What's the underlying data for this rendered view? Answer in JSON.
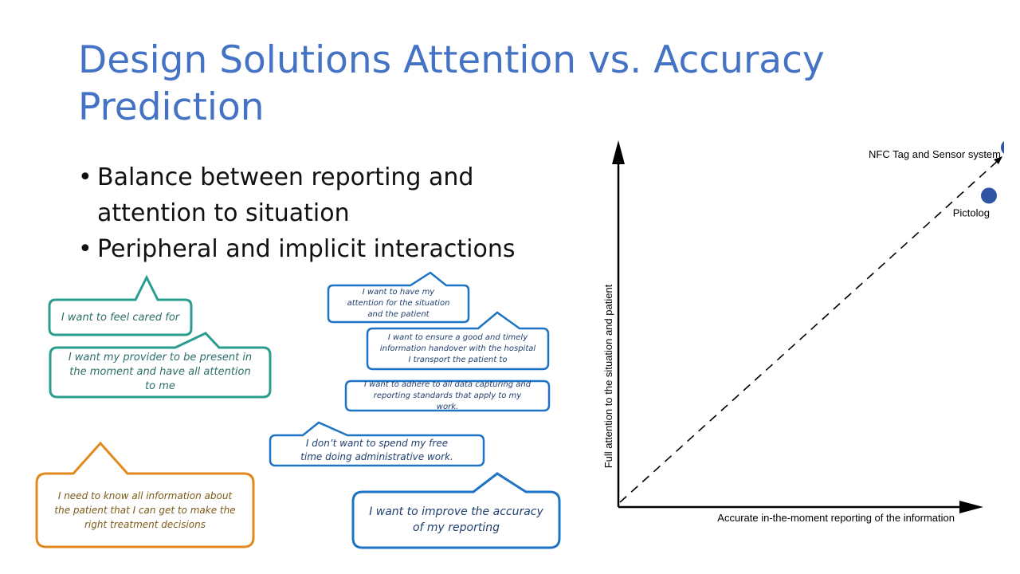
{
  "slide": {
    "title": "Design Solutions Attention vs. Accuracy Prediction",
    "bullets": [
      "Balance between reporting and attention to situation",
      "Peripheral and implicit interactions"
    ]
  },
  "bubbles": {
    "left": [
      {
        "text": "I want to feel cared for",
        "color": "#2a9d8f"
      },
      {
        "text": "I want my provider to be present in the moment and have all attention to me",
        "color": "#2a9d8f"
      },
      {
        "text": "I need to know all information about the patient that I can get to make the right treatment decisions",
        "color": "#e08a1e"
      }
    ],
    "right": [
      {
        "text": "I want to have my attention for the situation and the patient",
        "color": "#1f73c4"
      },
      {
        "text": "I want to ensure a good and timely information handover with the hospital I transport the patient to",
        "color": "#1f73c4"
      },
      {
        "text": "I want to adhere to all data capturing and reporting standards that apply to my work.",
        "color": "#1f73c4"
      },
      {
        "text": "I don’t want to spend my free time doing administrative work.",
        "color": "#1f73c4"
      },
      {
        "text": "I want to improve the accuracy of my reporting",
        "color": "#1f73c4"
      }
    ]
  },
  "chart_data": {
    "type": "scatter",
    "title": "",
    "xlabel": "Accurate in-the-moment reporting of the information",
    "ylabel": "Full attention to the situation and patient",
    "grid": false,
    "points": [
      {
        "label": "NFC Tag and Sensor system",
        "x": 0.98,
        "y": 0.97
      },
      {
        "label": "Pictolog",
        "x": 0.93,
        "y": 0.84
      }
    ],
    "trend_line": "dashed diagonal from origin to top-right",
    "marker_color": "#2f55a4"
  }
}
